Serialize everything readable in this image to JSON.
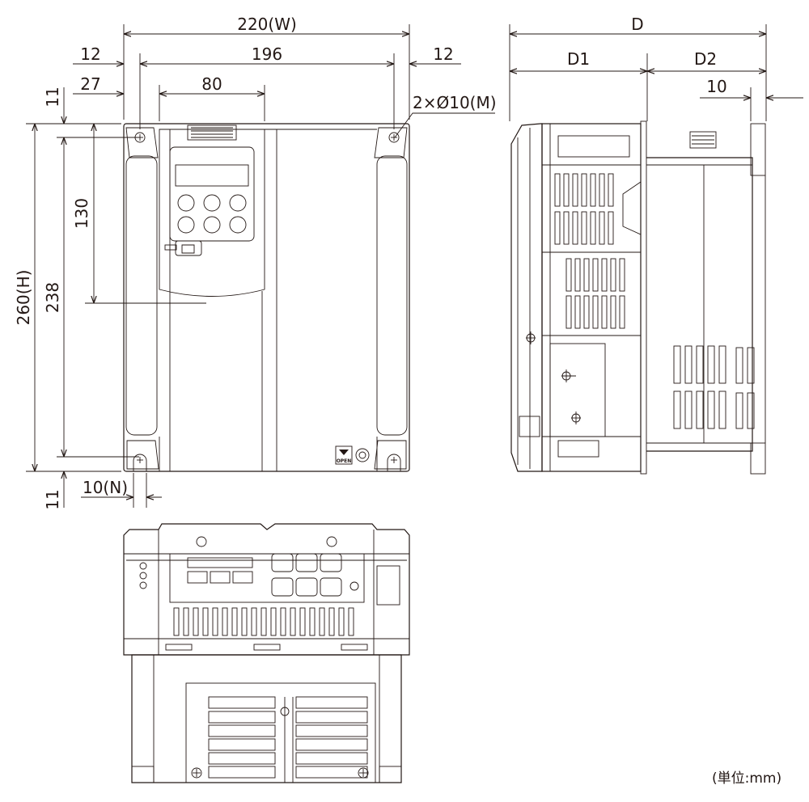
{
  "drawing": {
    "front_view": {
      "width_label": "220(W)",
      "left_margin_label": "12",
      "hole_pitch_label": "196",
      "right_margin_label": "12",
      "keypad_offset_label": "27",
      "keypad_width_label": "80",
      "hole_label": "2×Ø10(M)",
      "top_hole_offset_label": "11",
      "keypad_height_label": "130",
      "height_label": "260(H)",
      "hole_vertical_pitch_label": "238",
      "bottom_hole_offset_label": "11",
      "bottom_slot_label": "10(N)",
      "open_label": "OPEN"
    },
    "side_view": {
      "depth_label": "D",
      "depth1_label": "D1",
      "depth2_label": "D2",
      "fin_label": "10"
    },
    "unit_label": "(単位:mm)"
  }
}
